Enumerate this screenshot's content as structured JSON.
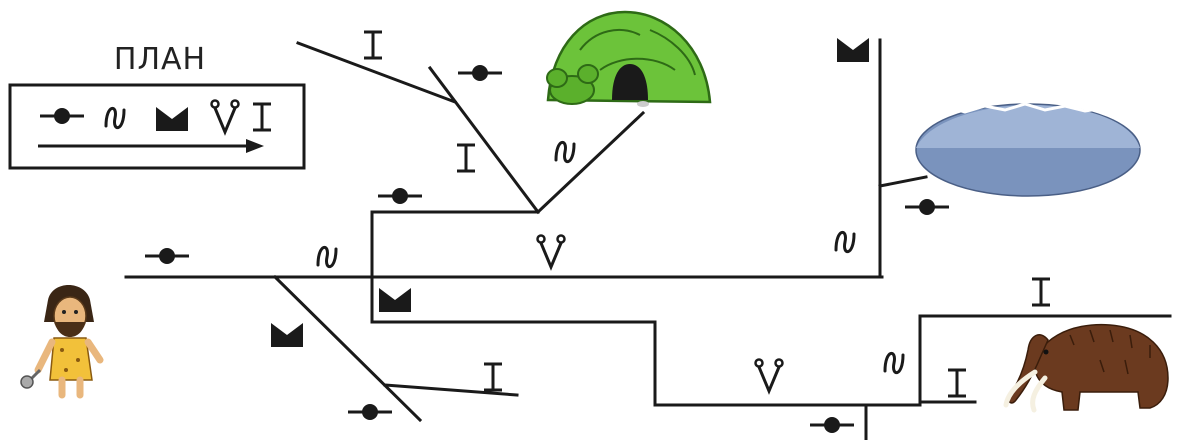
{
  "legend": {
    "title": "ПЛАН",
    "symbols": [
      "dot-line",
      "wave",
      "crown",
      "v-sprout",
      "i-beam"
    ],
    "arrow": "right"
  },
  "colors": {
    "line": "#1a1a1a",
    "cave_green": "#6cc33a",
    "lake_blue": "#7a93bd",
    "mammoth_brown": "#6b3a1f",
    "caveman_skin": "#e9b77d",
    "caveman_tunic": "#f2c13a"
  },
  "icons": [
    "caveman-icon",
    "cave-icon",
    "lake-icon",
    "mammoth-icon"
  ]
}
